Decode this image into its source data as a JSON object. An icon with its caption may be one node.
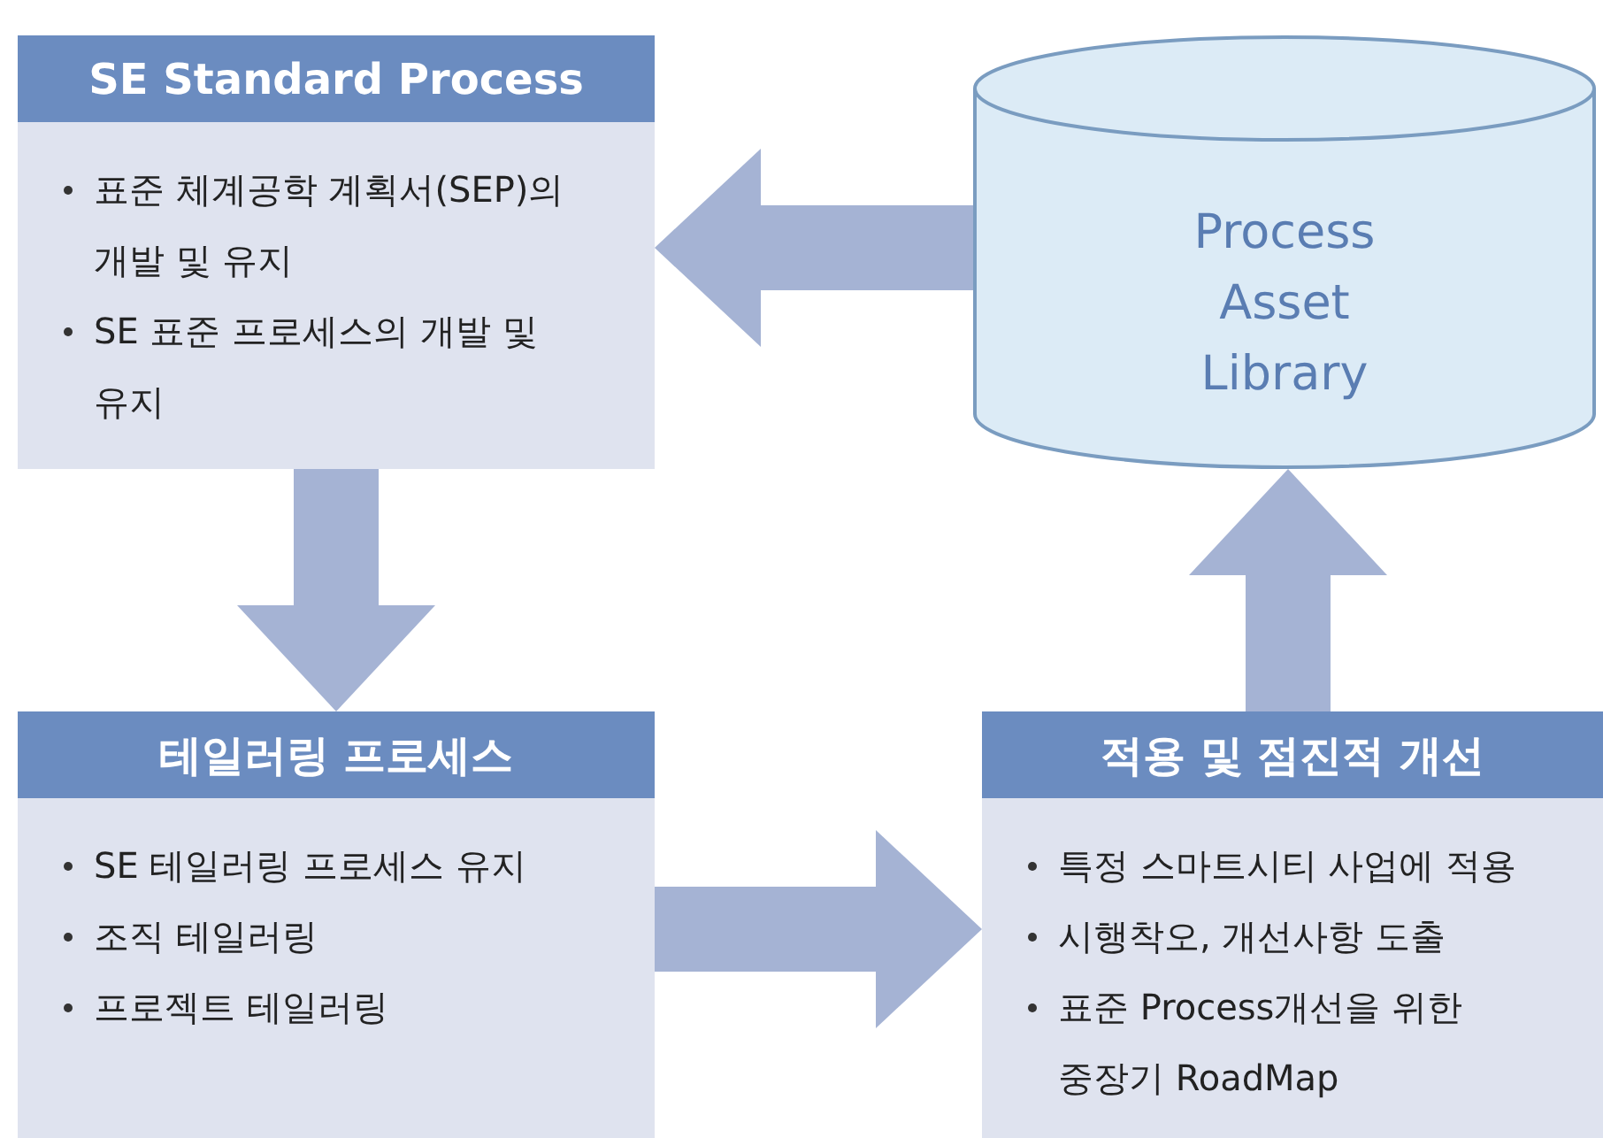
{
  "diagram": {
    "nodes": [
      {
        "text": [
          "SE Standard Process",
          "표준 체계공학 계획서(SEP)의 개발 및 유지",
          "SE 표준 프로세스의 개발 및 유지"
        ]
      },
      {
        "text": [
          "Process Asset Library"
        ]
      },
      {
        "text": [
          "테일러링 프로세스",
          "SE 테일러링 프로세스 유지",
          "조직 테일러링",
          "프로젝트 테일러링"
        ]
      },
      {
        "text": [
          "적용 및 점진적 개선",
          "특정 스마트시티 사업에 적용",
          "시행착오, 개선사항 도출",
          "표준 Process개선을 위한 중장기 RoadMap"
        ]
      }
    ],
    "edges": [
      {
        "from": 1,
        "to": 0,
        "arrow": "to"
      },
      {
        "from": 0,
        "to": 2,
        "arrow": "to"
      },
      {
        "from": 2,
        "to": 3,
        "arrow": "to"
      },
      {
        "from": 3,
        "to": 1,
        "arrow": "to"
      }
    ]
  }
}
